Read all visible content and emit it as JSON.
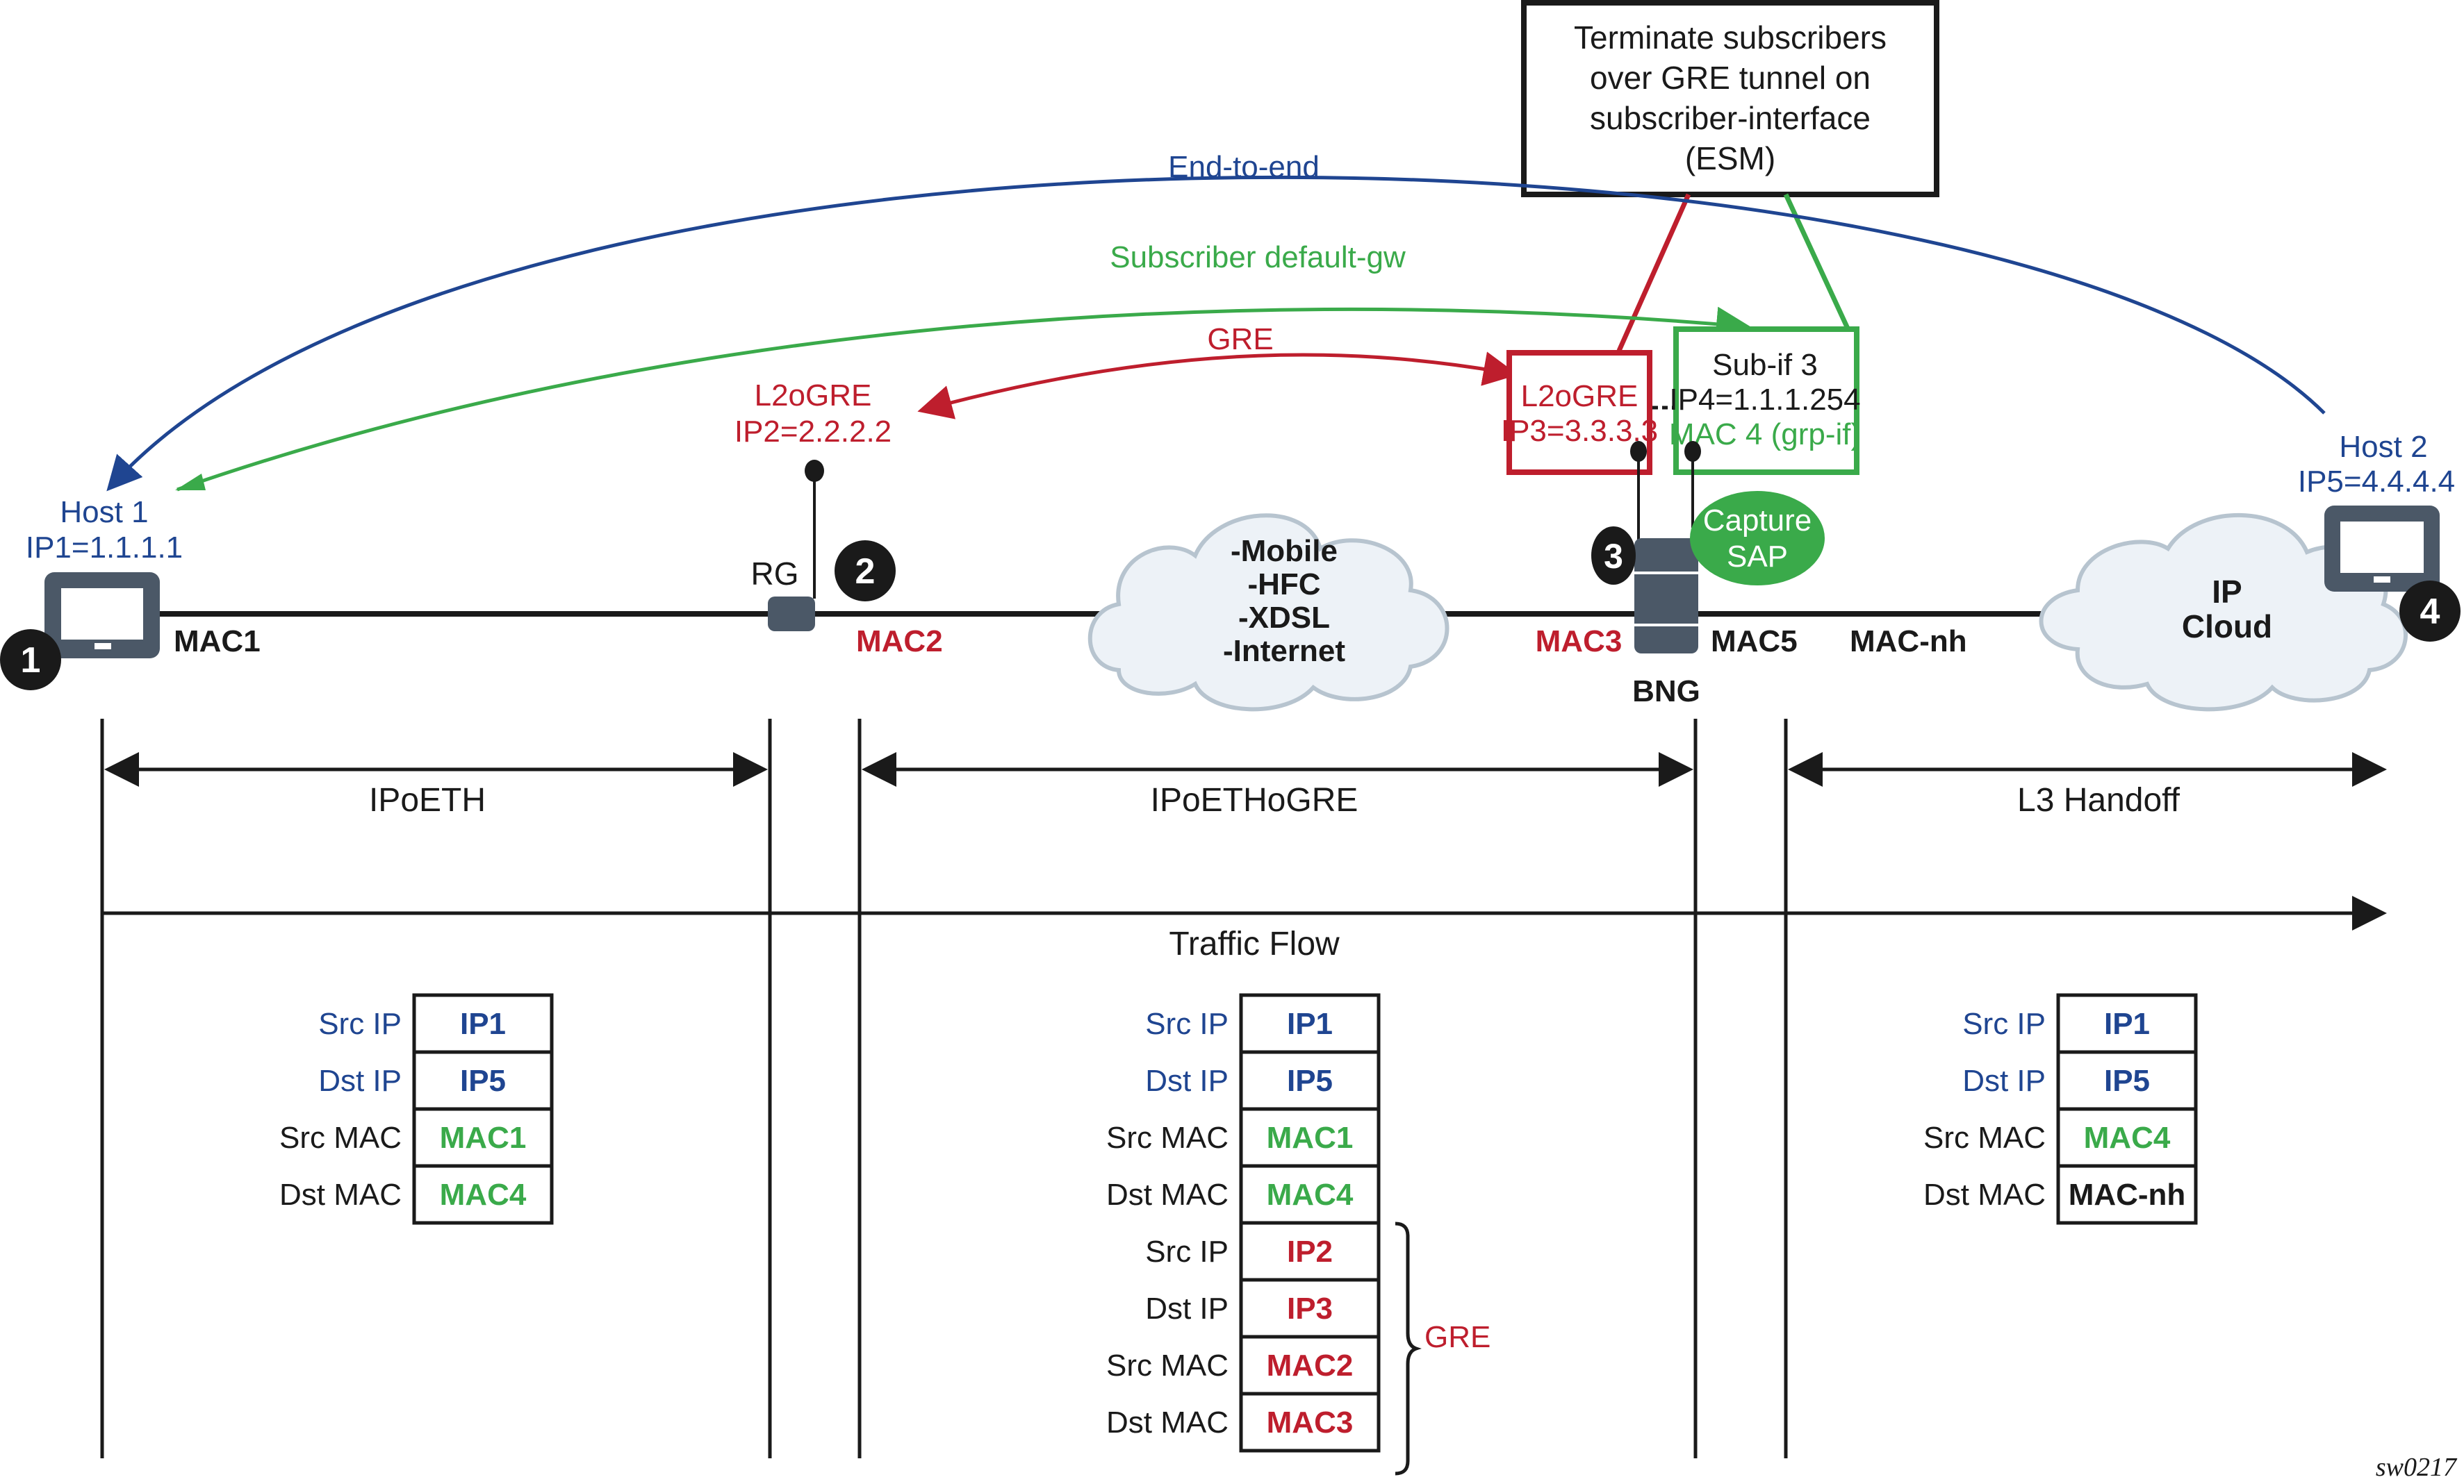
{
  "colors": {
    "blue": "#1f4591",
    "red": "#be1e2d",
    "green": "#3aaa4a",
    "black": "#1a1a1a",
    "device": "#4b5867",
    "cloud_fill": "#edf2f7",
    "cloud_stroke": "#b7c4cf"
  },
  "callout": {
    "lines": [
      "Terminate subscribers",
      "over GRE tunnel on",
      "subscriber-interface",
      "(ESM)"
    ]
  },
  "arcs": {
    "end_to_end": "End-to-end",
    "default_gw": "Subscriber default-gw",
    "gre": "GRE"
  },
  "host1": {
    "name": "Host 1",
    "ip": "IP1=1.1.1.1",
    "mac": "MAC1",
    "badge": "1",
    "icon": "monitor-icon"
  },
  "rg": {
    "name": "RG",
    "badge": "2",
    "mac": "MAC2",
    "tunnel_label": "L2oGRE",
    "tunnel_ip": "IP2=2.2.2.2",
    "icon": "router-icon"
  },
  "access_cloud": {
    "lines": [
      "-Mobile",
      "-HFC",
      "-XDSL",
      "-Internet"
    ],
    "icon": "cloud-icon"
  },
  "bng": {
    "name": "BNG",
    "badge": "3",
    "mac_in": "MAC3",
    "mac_out": "MAC5",
    "mac_nh": "MAC-nh",
    "icon": "server-icon",
    "l2ogre_box": {
      "label": "L2oGRE",
      "ip": "IP3=3.3.3.3"
    },
    "subif_box": {
      "label": "Sub-if 3",
      "ip": "IP4=1.1.1.254",
      "mac": "MAC 4 (grp-if)"
    },
    "capture_sap": [
      "Capture",
      "SAP"
    ]
  },
  "ip_cloud": {
    "lines": [
      "IP",
      "Cloud"
    ],
    "icon": "cloud-icon"
  },
  "host2": {
    "name": "Host 2",
    "ip": "IP5=4.4.4.4",
    "badge": "4",
    "icon": "monitor-icon"
  },
  "segments": {
    "ipoeth": "IPoETH",
    "ipoethogre": "IPoETHoGRE",
    "l3_handoff": "L3 Handoff",
    "traffic_flow": "Traffic Flow"
  },
  "headers": {
    "left": [
      {
        "label": "Src IP",
        "value": "IP1",
        "label_color": "blue",
        "value_color": "blue"
      },
      {
        "label": "Dst IP",
        "value": "IP5",
        "label_color": "blue",
        "value_color": "blue"
      },
      {
        "label": "Src MAC",
        "value": "MAC1",
        "label_color": "black",
        "value_color": "green"
      },
      {
        "label": "Dst MAC",
        "value": "MAC4",
        "label_color": "black",
        "value_color": "green"
      }
    ],
    "middle": [
      {
        "label": "Src IP",
        "value": "IP1",
        "label_color": "blue",
        "value_color": "blue"
      },
      {
        "label": "Dst IP",
        "value": "IP5",
        "label_color": "blue",
        "value_color": "blue"
      },
      {
        "label": "Src MAC",
        "value": "MAC1",
        "label_color": "black",
        "value_color": "green"
      },
      {
        "label": "Dst MAC",
        "value": "MAC4",
        "label_color": "black",
        "value_color": "green"
      },
      {
        "label": "Src IP",
        "value": "IP2",
        "label_color": "black",
        "value_color": "red"
      },
      {
        "label": "Dst IP",
        "value": "IP3",
        "label_color": "black",
        "value_color": "red"
      },
      {
        "label": "Src MAC",
        "value": "MAC2",
        "label_color": "black",
        "value_color": "red"
      },
      {
        "label": "Dst MAC",
        "value": "MAC3",
        "label_color": "black",
        "value_color": "red"
      }
    ],
    "middle_brace_label": "GRE",
    "right": [
      {
        "label": "Src IP",
        "value": "IP1",
        "label_color": "blue",
        "value_color": "blue"
      },
      {
        "label": "Dst IP",
        "value": "IP5",
        "label_color": "blue",
        "value_color": "blue"
      },
      {
        "label": "Src MAC",
        "value": "MAC4",
        "label_color": "black",
        "value_color": "green"
      },
      {
        "label": "Dst MAC",
        "value": "MAC-nh",
        "label_color": "black",
        "value_color": "black"
      }
    ]
  },
  "figure_id": "sw0217"
}
